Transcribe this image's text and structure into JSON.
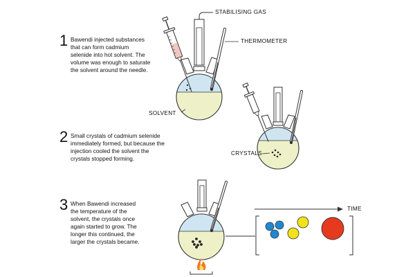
{
  "steps": [
    {
      "number": "1",
      "lines": [
        "Bawendi injected substances",
        "that can form cadmium",
        "selenide into hot solvent. The",
        "volume was enough to saturate",
        "the solvent around the needle."
      ]
    },
    {
      "number": "2",
      "lines": [
        "Small crystals of cadmium selenide",
        "immediately formed, but because the",
        "injection cooled the solvent the",
        "crystals stopped forming."
      ]
    },
    {
      "number": "3",
      "lines": [
        "When Bawendi increased",
        "the temperature of the",
        "solvent, the crystals once",
        "again started to grow. The",
        "longer this continued, the",
        "larger the crystals became."
      ]
    }
  ],
  "labels": {
    "stabilising_gas": "STABILISING GAS",
    "thermometer": "THERMOMETER",
    "solvent": "SOLVENT",
    "crystals": "CRYSTALS",
    "time": "TIME"
  },
  "colors": {
    "liquid": "#eef1c8",
    "headspace": "#cfe6f2",
    "syringe_fill": "#f2c7c2",
    "crystal_small": "#1e88d0",
    "crystal_medium": "#f1e21b",
    "crystal_large": "#e53a1e",
    "flame": "#f07a22"
  }
}
